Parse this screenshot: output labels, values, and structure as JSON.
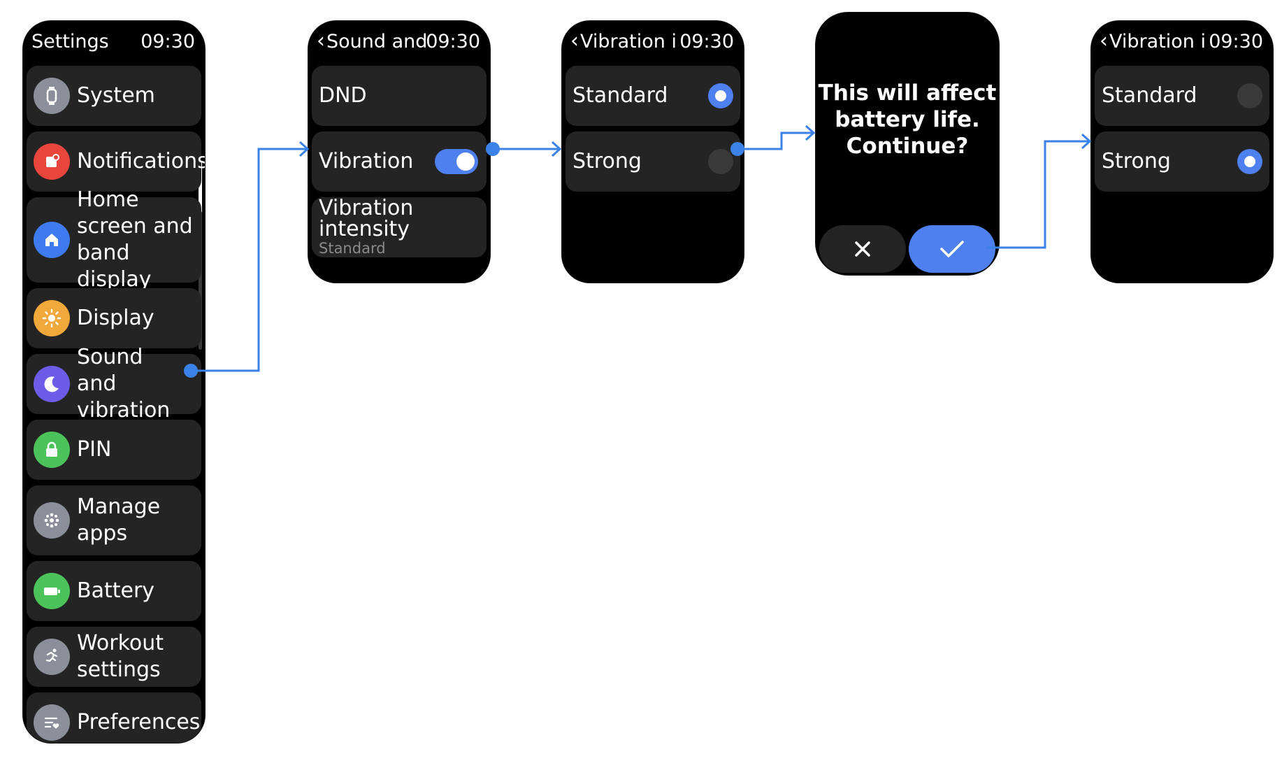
{
  "screen1": {
    "title": "Settings",
    "time": "09:30",
    "items": [
      {
        "label": "System",
        "icon": "watch-icon",
        "color": "#8a8f99"
      },
      {
        "label": "Notifications",
        "icon": "notification-icon",
        "color": "#e8453c"
      },
      {
        "label": "Home screen and band display",
        "icon": "home-icon",
        "color": "#3f7bf0"
      },
      {
        "label": "Display",
        "icon": "sun-icon",
        "color": "#f0a93a"
      },
      {
        "label": "Sound and vibration",
        "icon": "moon-icon",
        "color": "#6c5ce7"
      },
      {
        "label": "PIN",
        "icon": "lock-icon",
        "color": "#4cc25a"
      },
      {
        "label": "Manage apps",
        "icon": "apps-icon",
        "color": "#8a8f99"
      },
      {
        "label": "Battery",
        "icon": "battery-icon",
        "color": "#4cc25a"
      },
      {
        "label": "Workout settings",
        "icon": "running-icon",
        "color": "#8a8f99"
      },
      {
        "label": "Preferences",
        "icon": "preferences-icon",
        "color": "#8a8f99"
      }
    ]
  },
  "screen2": {
    "title": "Sound and",
    "time": "09:30",
    "dnd": "DND",
    "vibration": "Vibration",
    "vibration_on": true,
    "intensity_label": "Vibration intensity",
    "intensity_value": "Standard"
  },
  "screen3": {
    "title": "Vibration i",
    "time": "09:30",
    "options": [
      {
        "label": "Standard",
        "selected": true
      },
      {
        "label": "Strong",
        "selected": false
      }
    ]
  },
  "screen4": {
    "message_line1": "This will affect",
    "message_line2": "battery life.",
    "message_line3": "Continue?"
  },
  "screen5": {
    "title": "Vibration i",
    "time": "09:30",
    "options": [
      {
        "label": "Standard",
        "selected": false
      },
      {
        "label": "Strong",
        "selected": true
      }
    ]
  },
  "colors": {
    "accent": "#4f80f0",
    "connector": "#3b82e6",
    "card": "#242424"
  }
}
